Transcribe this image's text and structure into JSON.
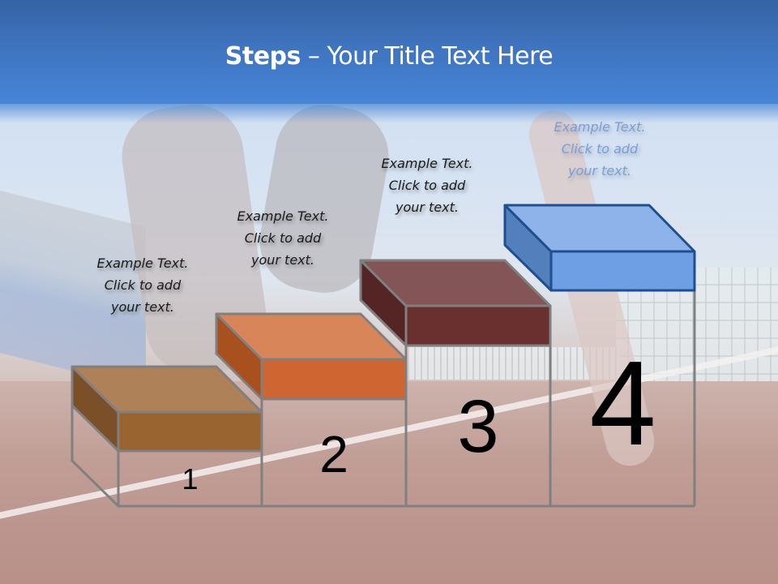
{
  "slide": {
    "title_bold": "Steps",
    "title_rest": " – Your Title Text Here",
    "colors": {
      "header_top": "#3563a3",
      "header_bottom": "#4784d6",
      "title_text": "#ffffff",
      "frame_stroke": "#808080"
    }
  },
  "steps": [
    {
      "number": "1",
      "text": [
        "Example Text.",
        "Click  to add",
        "your text."
      ],
      "colors": {
        "top": "#ae8158",
        "front": "#9a6430",
        "side": "#7b4f27"
      }
    },
    {
      "number": "2",
      "text": [
        "Example Text.",
        "Click  to add",
        "your text."
      ],
      "colors": {
        "top": "#d9855a",
        "front": "#cf6530",
        "side": "#a9501f"
      }
    },
    {
      "number": "3",
      "text": [
        "Example Text.",
        "Click  to add",
        "your text."
      ],
      "colors": {
        "top": "#835556",
        "front": "#6a302f",
        "side": "#552424"
      }
    },
    {
      "number": "4",
      "text": [
        "Example Text.",
        "Click  to add",
        "your text."
      ],
      "colors": {
        "top": "#8db3ea",
        "front": "#6e9fe4",
        "side": "#537fbd",
        "stroke": "#1f4f8f"
      }
    }
  ]
}
